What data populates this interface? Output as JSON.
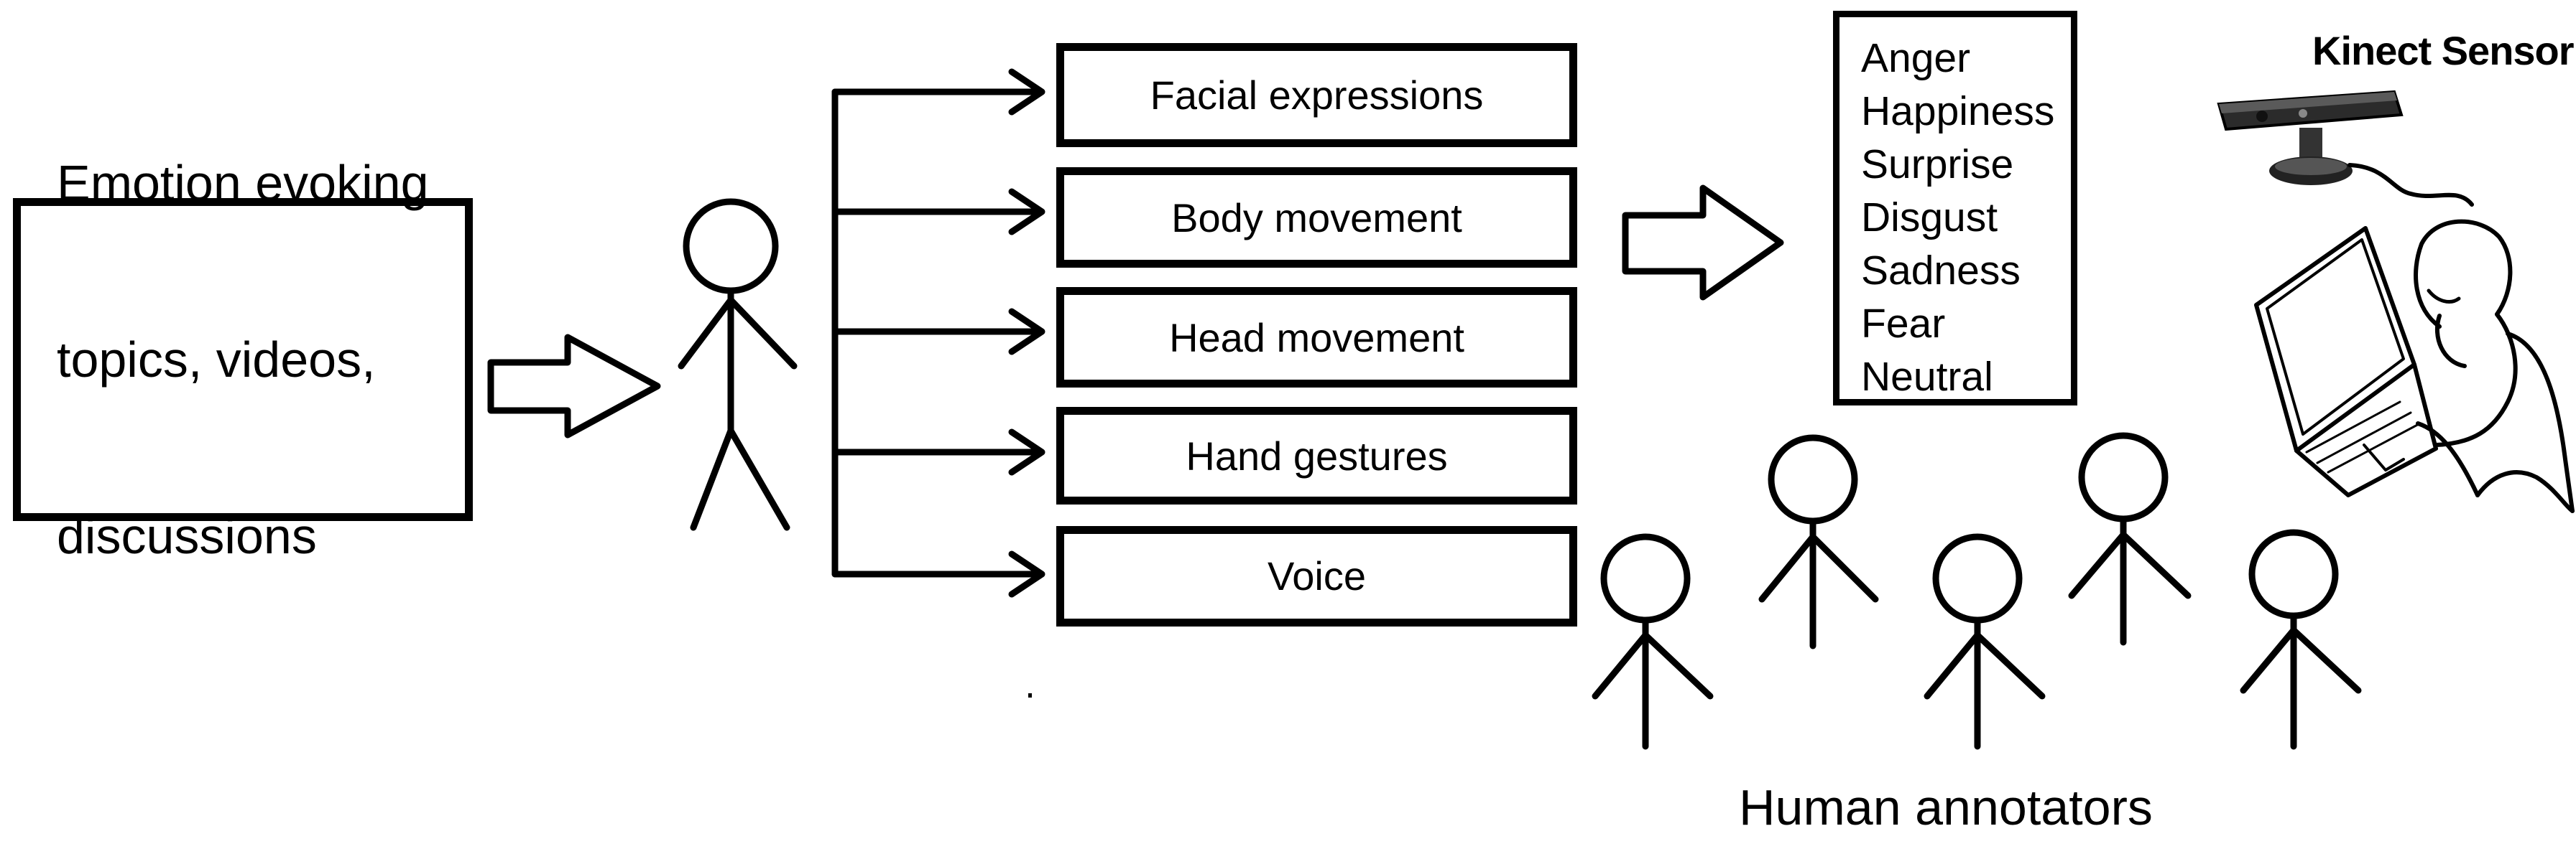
{
  "stimulus": {
    "lines": [
      "Emotion evoking",
      "topics, videos,",
      "discussions"
    ]
  },
  "modalities": [
    "Facial expressions",
    "Body movement",
    "Head movement",
    "Hand gestures",
    "Voice"
  ],
  "emotions": [
    "Anger",
    "Happiness",
    "Surprise",
    "Disgust",
    "Sadness",
    "Fear",
    "Neutral"
  ],
  "kinect": {
    "title": "Kinect Sensor"
  },
  "annotators": {
    "label": "Human annotators"
  }
}
